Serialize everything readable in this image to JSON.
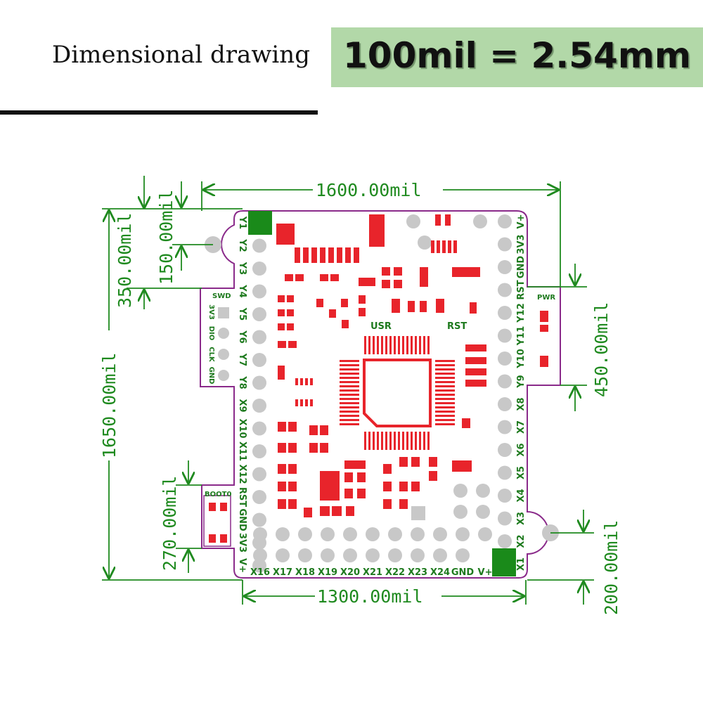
{
  "header": {
    "title": "Dimensional drawing",
    "scale_note": "100mil = 2.54mm"
  },
  "dimensions": {
    "top_width": "1600.00mil",
    "bottom_width": "1300.00mil",
    "left_height": "1650.00mil",
    "left_top_offset": "350.00mil",
    "left_hole_offset": "150.00mil",
    "left_boot_height": "270.00mil",
    "right_pwr_height": "450.00mil",
    "right_hole_offset": "200.00mil"
  },
  "board_labels": {
    "usr": "USR",
    "rst": "RST",
    "swd": "SWD",
    "pwr": "PWR",
    "boot": "BOOT0",
    "swd_pins": [
      "3V3",
      "DIO",
      "CLK",
      "GND"
    ]
  },
  "left_pins": [
    "Y1",
    "Y2",
    "Y3",
    "Y4",
    "Y5",
    "Y6",
    "Y7",
    "Y8",
    "X9",
    "X10",
    "X11",
    "X12",
    "RST",
    "GND",
    "3V3",
    "V+"
  ],
  "right_pins": [
    "V+",
    "3V3",
    "GND",
    "RST",
    "Y12",
    "Y11",
    "Y10",
    "Y9",
    "X8",
    "X7",
    "X6",
    "X5",
    "X4",
    "X3",
    "X2",
    "X1"
  ],
  "bottom_pins": [
    "X16",
    "X17",
    "X18",
    "X19",
    "X20",
    "X21",
    "X22",
    "X23",
    "X24",
    "GND",
    "V+"
  ],
  "colors": {
    "dimension": "#1f8a1f",
    "outline": "#8a2a8a",
    "pad": "#c8c8c8",
    "component": "#e8242b",
    "banner": "#b2d8a8"
  }
}
